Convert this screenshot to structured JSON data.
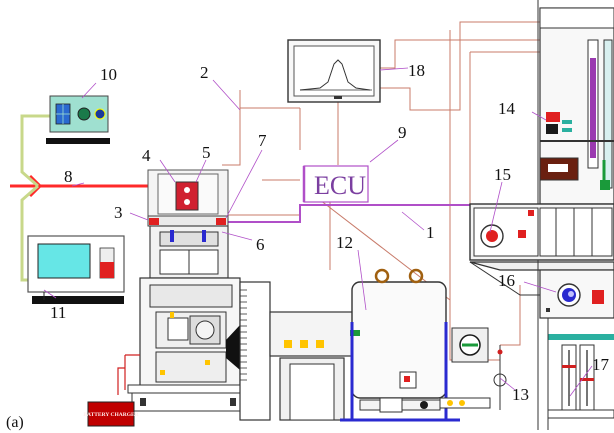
{
  "panel_label": "(a)",
  "ecu_label": "ECU",
  "battery_label": "BATTERY CHARGER",
  "callouts": [
    "1",
    "2",
    "3",
    "4",
    "5",
    "6",
    "7",
    "8",
    "9",
    "10",
    "11",
    "12",
    "13",
    "14",
    "15",
    "16",
    "17",
    "18"
  ],
  "colors": {
    "laser": "#ff2a2a",
    "wire": "#c87b6a",
    "signal": "#b04fc8",
    "hose": "#c8d88a",
    "tank": "#2a2ad0",
    "bolt": "#ffc400"
  }
}
